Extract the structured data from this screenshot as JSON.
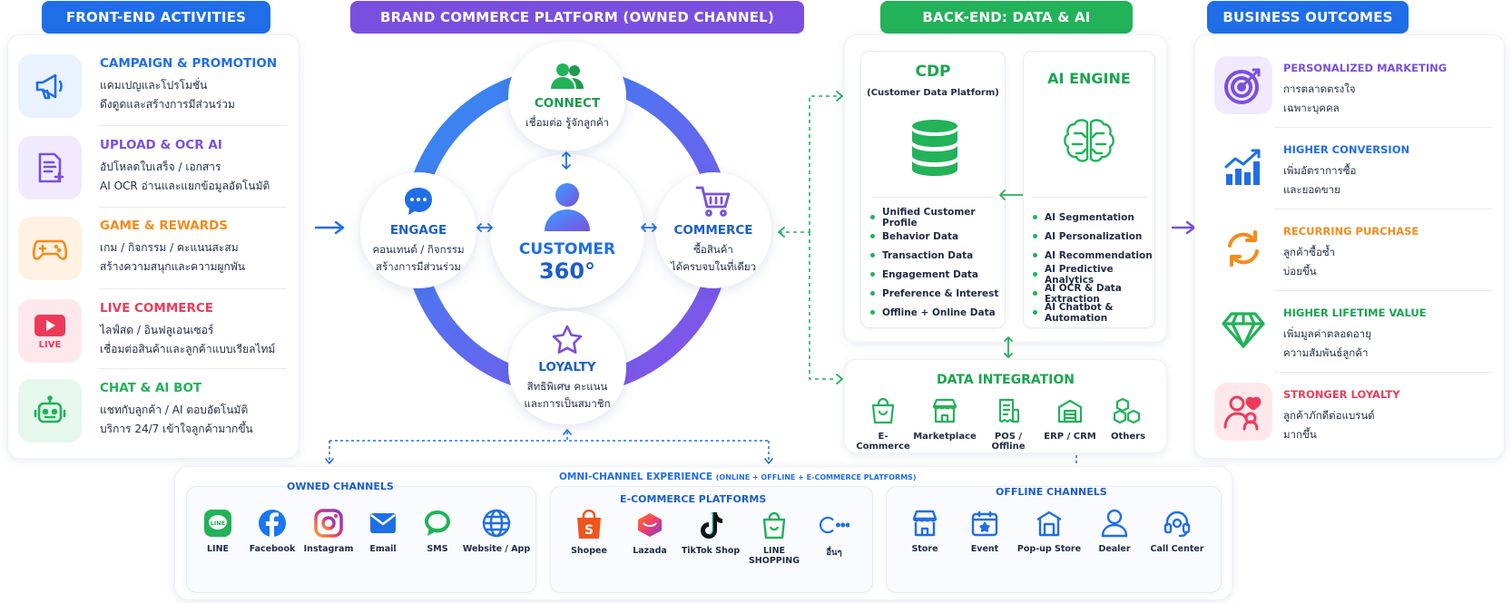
{
  "headers": {
    "front_end": "FRONT-END ACTIVITIES",
    "platform": "BRAND COMMERCE PLATFORM (OWNED CHANNEL)",
    "back_end": "BACK-END: DATA & AI",
    "outcomes": "BUSINESS OUTCOMES"
  },
  "colors": {
    "blue": "#1f6ee8",
    "purple": "#7a4fe0",
    "green": "#22b259",
    "orange": "#f28c1c",
    "red": "#ec3b5a"
  },
  "front_end": [
    {
      "title": "CAMPAIGN & PROMOTION",
      "line1": "แคมเปญและโปรโมชั่น",
      "line2": "ดึงดูดและสร้างการมีส่วนร่วม",
      "icon": "megaphone-icon"
    },
    {
      "title": "UPLOAD & OCR AI",
      "line1": "อัปโหลดใบเสร็จ / เอกสาร",
      "line2": "AI OCR อ่านและแยกข้อมูลอัตโนมัติ",
      "icon": "document-scan-icon"
    },
    {
      "title": "GAME & REWARDS",
      "line1": "เกม / กิจกรรม / คะแนนสะสม",
      "line2": "สร้างความสนุกและความผูกพัน",
      "icon": "gamepad-icon"
    },
    {
      "title": "LIVE COMMERCE",
      "line1": "ไลฟ์สด / อินฟลูเอนเซอร์",
      "line2": "เชื่อมต่อสินค้าและลูกค้าแบบเรียลไทม์",
      "icon": "live-play-icon",
      "badge": "LIVE"
    },
    {
      "title": "CHAT & AI BOT",
      "line1": "แชทกับลูกค้า / AI ตอบอัตโนมัติ",
      "line2": "บริการ 24/7 เข้าใจลูกค้ามากขึ้น",
      "icon": "robot-icon"
    }
  ],
  "platform": {
    "center_title": "CUSTOMER",
    "center_value": "360°",
    "connect": {
      "title": "CONNECT",
      "sub": "เชื่อมต่อ รู้จักลูกค้า"
    },
    "engage": {
      "title": "ENGAGE",
      "line1": "คอนเทนต์ / กิจกรรม",
      "line2": "สร้างการมีส่วนร่วม"
    },
    "commerce": {
      "title": "COMMERCE",
      "line1": "ซื้อสินค้า",
      "line2": "ได้ครบจบในที่เดียว"
    },
    "loyalty": {
      "title": "LOYALTY",
      "line1": "สิทธิพิเศษ คะแนน",
      "line2": "และการเป็นสมาชิก"
    }
  },
  "back_end": {
    "cdp": {
      "title": "CDP",
      "subtitle": "(Customer Data Platform)",
      "items": [
        "Unified Customer Profile",
        "Behavior Data",
        "Transaction Data",
        "Engagement Data",
        "Preference & Interest",
        "Offline + Online Data"
      ]
    },
    "ai": {
      "title": "AI ENGINE",
      "items": [
        "AI Segmentation",
        "AI Personalization",
        "AI Recommendation",
        "AI Predictive Analytics",
        "AI OCR & Data Extraction",
        "AI Chatbot & Automation"
      ]
    },
    "integration": {
      "title": "DATA INTEGRATION",
      "items": [
        "E-Commerce",
        "Marketplace",
        "POS / Offline",
        "ERP / CRM",
        "Others"
      ]
    }
  },
  "outcomes": [
    {
      "title": "PERSONALIZED MARKETING",
      "line1": "การตลาดตรงใจ",
      "line2": "เฉพาะบุคคล",
      "icon": "target-icon"
    },
    {
      "title": "HIGHER CONVERSION",
      "line1": "เพิ่มอัตราการซื้อ",
      "line2": "และยอดขาย",
      "icon": "growth-chart-icon"
    },
    {
      "title": "RECURRING PURCHASE",
      "line1": "ลูกค้าซื้อซ้ำ",
      "line2": "บ่อยขึ้น",
      "icon": "refresh-icon"
    },
    {
      "title": "HIGHER LIFETIME VALUE",
      "line1": "เพิ่มมูลค่าตลอดอายุ",
      "line2": "ความสัมพันธ์ลูกค้า",
      "icon": "diamond-icon"
    },
    {
      "title": "STRONGER LOYALTY",
      "line1": "ลูกค้าภักดีต่อแบรนด์",
      "line2": "มากขึ้น",
      "icon": "heart-users-icon"
    }
  ],
  "channels": {
    "title": "OMNI-CHANNEL EXPERIENCE",
    "title_note": "(ONLINE + OFFLINE + E-COMMERCE PLATFORMS)",
    "owned": {
      "title": "OWNED CHANNELS",
      "items": [
        "LINE",
        "Facebook",
        "Instagram",
        "Email",
        "SMS",
        "Website / App"
      ]
    },
    "ecommerce": {
      "title": "E-COMMERCE PLATFORMS",
      "items": [
        "Shopee",
        "Lazada",
        "TikTok Shop",
        "LINE SHOPPING",
        "อื่นๆ"
      ]
    },
    "offline": {
      "title": "OFFLINE CHANNELS",
      "items": [
        "Store",
        "Event",
        "Pop-up Store",
        "Dealer",
        "Call Center"
      ]
    }
  }
}
